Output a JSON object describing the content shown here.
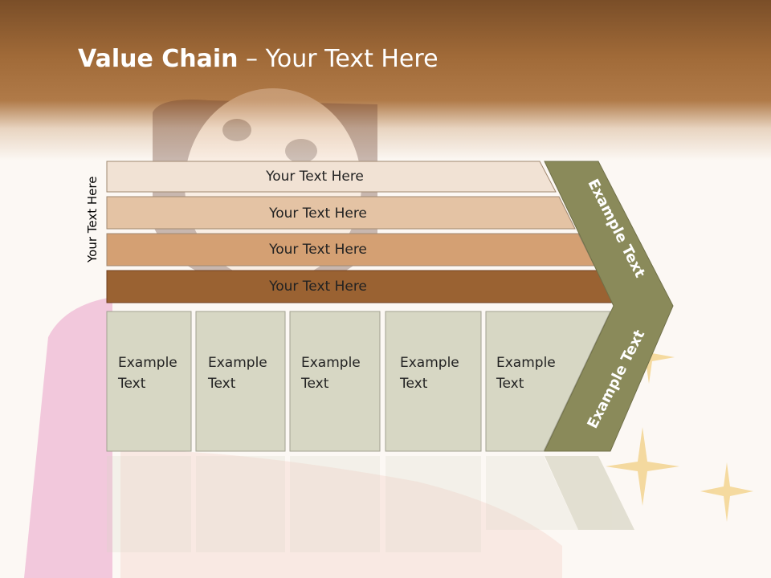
{
  "slide": {
    "title_bold": "Value Chain",
    "title_rest": " – Your Text Here",
    "side_label": "Your Text Here"
  },
  "rows": [
    {
      "label": "Your Text Here",
      "color": "#f1e2d4"
    },
    {
      "label": "Your Text Here",
      "color": "#e4c3a4"
    },
    {
      "label": "Your Text Here",
      "color": "#d4a073"
    },
    {
      "label": "Your Text Here",
      "color": "#9a6232"
    }
  ],
  "columns": [
    {
      "line1": "Example",
      "line2": "Text"
    },
    {
      "line1": "Example",
      "line2": "Text"
    },
    {
      "line1": "Example",
      "line2": "Text"
    },
    {
      "line1": "Example",
      "line2": "Text"
    },
    {
      "line1": "Example",
      "line2": "Text"
    }
  ],
  "arrow": {
    "upper_text": "Example Text",
    "lower_text": "Example Text",
    "color": "#8a8a5a"
  },
  "colors": {
    "column_fill": "#d7d7c4",
    "column_border": "#a0a090"
  }
}
